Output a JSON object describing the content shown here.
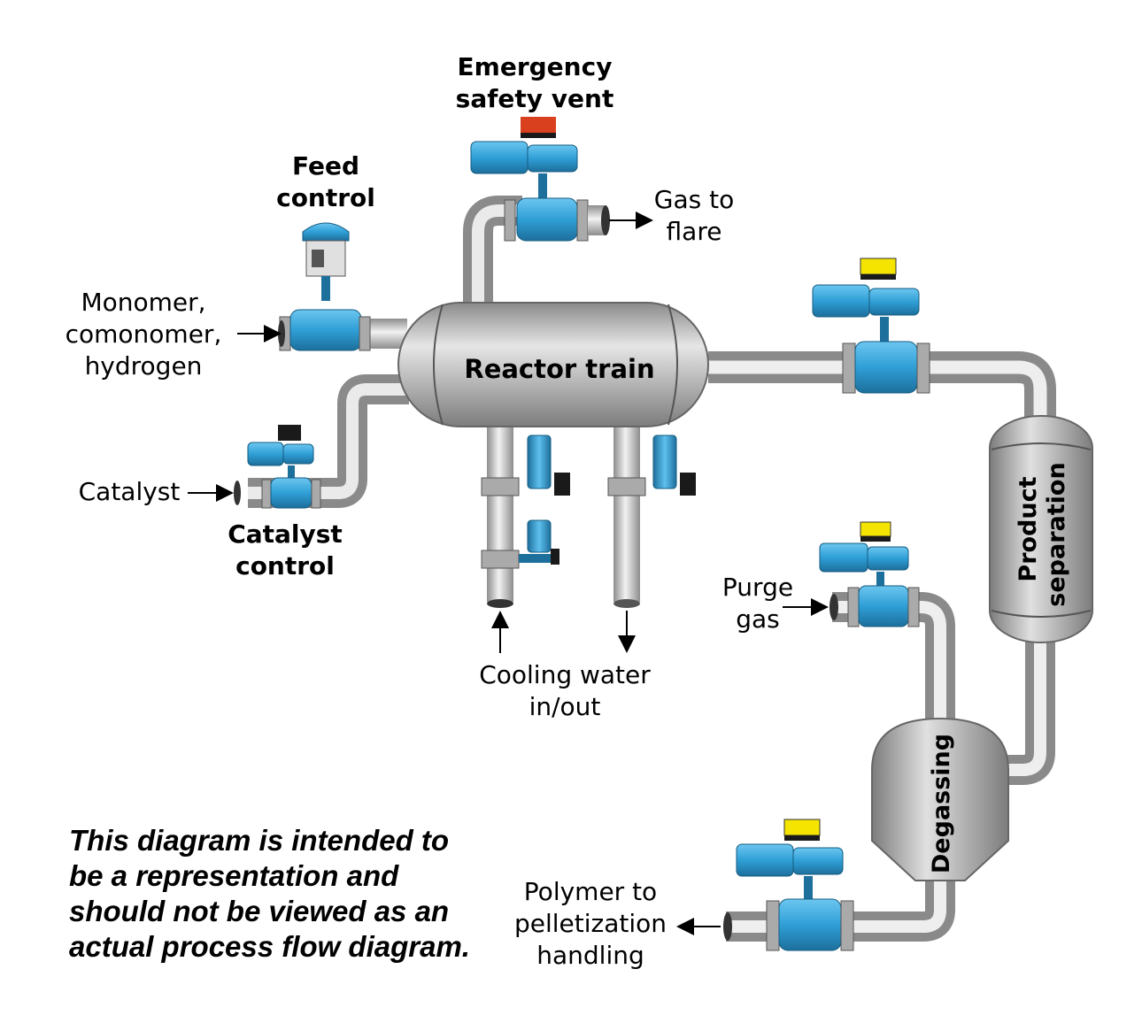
{
  "labels": {
    "emergency_vent": [
      "Emergency",
      "safety vent"
    ],
    "gas_to_flare": [
      "Gas to",
      "flare"
    ],
    "feed_control": [
      "Feed",
      "control"
    ],
    "monomer_input": [
      "Monomer,",
      "comonomer,",
      "hydrogen"
    ],
    "reactor": "Reactor train",
    "catalyst_input": "Catalyst",
    "catalyst_control": [
      "Catalyst",
      "control"
    ],
    "cooling_water": [
      "Cooling water",
      "in/out"
    ],
    "product_separation": [
      "Product",
      "separation"
    ],
    "purge_gas": [
      "Purge",
      "gas"
    ],
    "degassing": "Degassing",
    "polymer_output": [
      "Polymer to",
      "pelletization",
      "handling"
    ]
  },
  "disclaimer": [
    "This diagram is intended to",
    "be a representation and",
    "should not be viewed as an",
    "actual process flow diagram."
  ],
  "colors": {
    "valve_blue": "#2f9fd6",
    "vent_cap": "#d9411e",
    "indicator_yellow": "#f4e400",
    "indicator_black": "#1a1a1a",
    "pipe_gray": "#c9c9c9"
  }
}
